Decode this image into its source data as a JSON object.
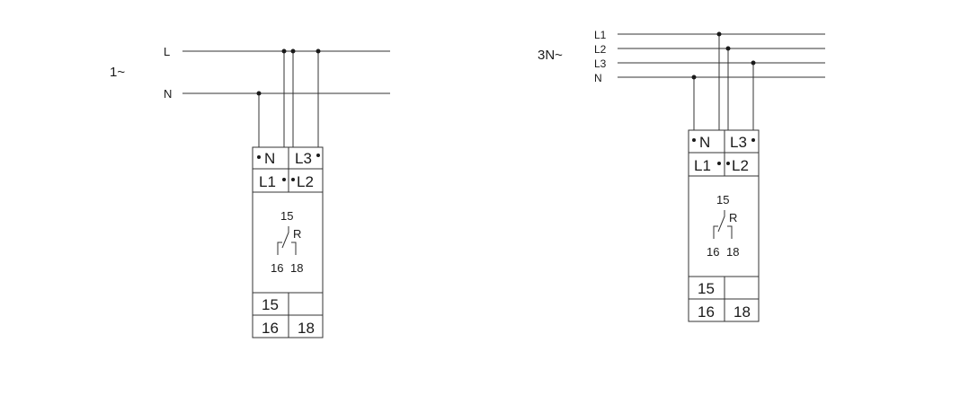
{
  "left": {
    "supply": "1~",
    "lines": [
      "L",
      "N"
    ],
    "terminals_top": [
      "N",
      "L3",
      "L1",
      "L2"
    ],
    "relay": {
      "common": "15",
      "name": "R",
      "nc": "16",
      "no": "18"
    },
    "terminals_bottom": [
      "15",
      "",
      "16",
      "18"
    ]
  },
  "right": {
    "supply": "3N~",
    "lines": [
      "L1",
      "L2",
      "L3",
      "N"
    ],
    "terminals_top": [
      "N",
      "L3",
      "L1",
      "L2"
    ],
    "relay": {
      "common": "15",
      "name": "R",
      "nc": "16",
      "no": "18"
    },
    "terminals_bottom": [
      "15",
      "",
      "16",
      "18"
    ]
  }
}
